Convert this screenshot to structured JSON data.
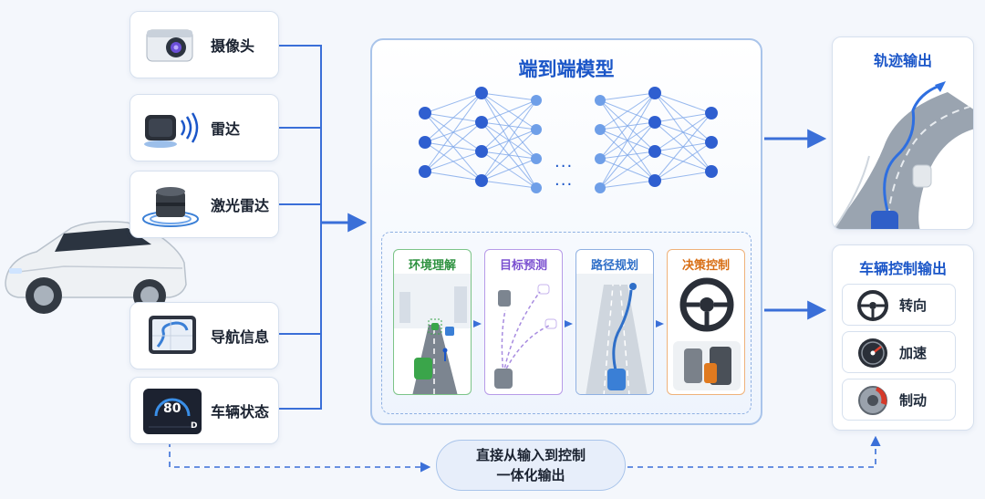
{
  "inputs": [
    {
      "label": "摄像头",
      "icon": "camera-icon"
    },
    {
      "label": "雷达",
      "icon": "radar-icon"
    },
    {
      "label": "激光雷达",
      "icon": "lidar-icon"
    },
    {
      "label": "导航信息",
      "icon": "navigation-icon"
    },
    {
      "label": "车辆状态",
      "icon": "dashboard-icon"
    }
  ],
  "dashboard": {
    "speed": "80",
    "gear": "D"
  },
  "model": {
    "title": "端到端模型",
    "ellipsis": "···",
    "stages": [
      {
        "label": "环境理解",
        "color": "#3aa54a"
      },
      {
        "label": "目标预测",
        "color": "#8a5ad6"
      },
      {
        "label": "路径规划",
        "color": "#3a7fd6"
      },
      {
        "label": "决策控制",
        "color": "#e07a1f"
      }
    ]
  },
  "outputs": {
    "trajectory_title": "轨迹输出",
    "control_title": "车辆控制输出",
    "controls": [
      {
        "label": "转向",
        "icon": "steering-wheel-icon"
      },
      {
        "label": "加速",
        "icon": "speedometer-icon"
      },
      {
        "label": "制动",
        "icon": "brake-disc-icon"
      }
    ]
  },
  "bottom": {
    "line1": "直接从输入到控制",
    "line2": "一体化输出"
  },
  "colors": {
    "accent": "#1b56c8",
    "arrow": "#3a6fd8"
  }
}
